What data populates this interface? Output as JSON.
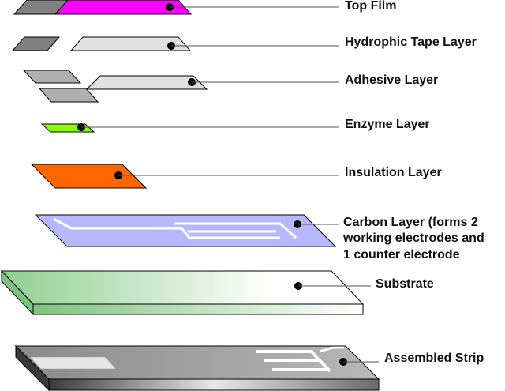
{
  "labels": {
    "top_film": "Top Film",
    "hydrophic_tape": "Hydrophic Tape Layer",
    "adhesive": "Adhesive Layer",
    "enzyme": "Enzyme Layer",
    "insulation": "Insulation Layer",
    "carbon_line1": "Carbon Layer (forms 2",
    "carbon_line2": "working electrodes and",
    "carbon_line3": "1 counter electrode",
    "substrate": "Substrate",
    "assembled": "Assembled Strip"
  },
  "colors": {
    "top_film": "#ff00ff",
    "top_film_gray": "#808080",
    "light_gray": "#e0e0e0",
    "mid_gray": "#b0b0b0",
    "dark_gray": "#8a8a8a",
    "enzyme": "#88ff00",
    "insulation": "#ff6600",
    "carbon": "#b8b8ff",
    "substrate_light": "#ffffff",
    "substrate_green": "#8fcf8f",
    "strip_gray": "#8f8f8f",
    "outline": "#000000"
  }
}
